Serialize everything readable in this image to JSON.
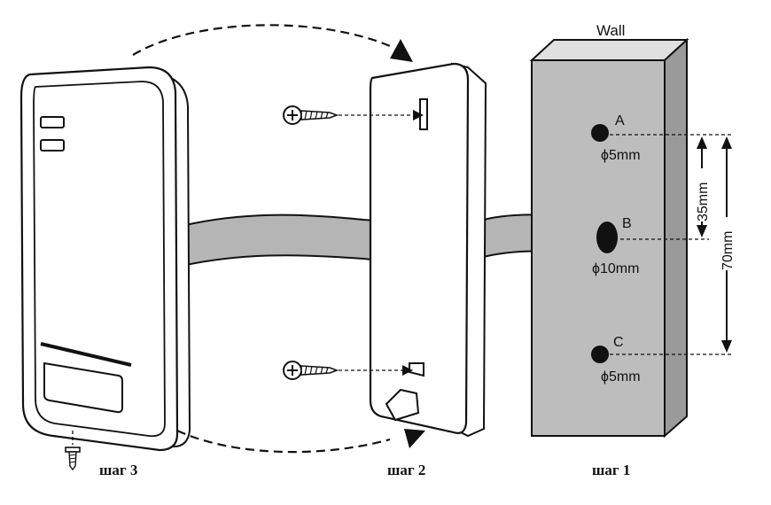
{
  "wall": {
    "label": "Wall",
    "hole_a": {
      "label": "A",
      "diameter": "ϕ5mm"
    },
    "hole_b": {
      "label": "B",
      "diameter": "ϕ10mm"
    },
    "hole_c": {
      "label": "C",
      "diameter": "ϕ5mm"
    }
  },
  "dimensions": {
    "a_to_b": "35mm",
    "a_to_c": "70mm"
  },
  "steps": {
    "step1": "шаг 1",
    "step2": "шаг 2",
    "step3": "шаг 3"
  },
  "colors": {
    "wall_fill": "#bdbdbd",
    "cable_fill": "#b5b5b5",
    "outline": "#111111"
  }
}
